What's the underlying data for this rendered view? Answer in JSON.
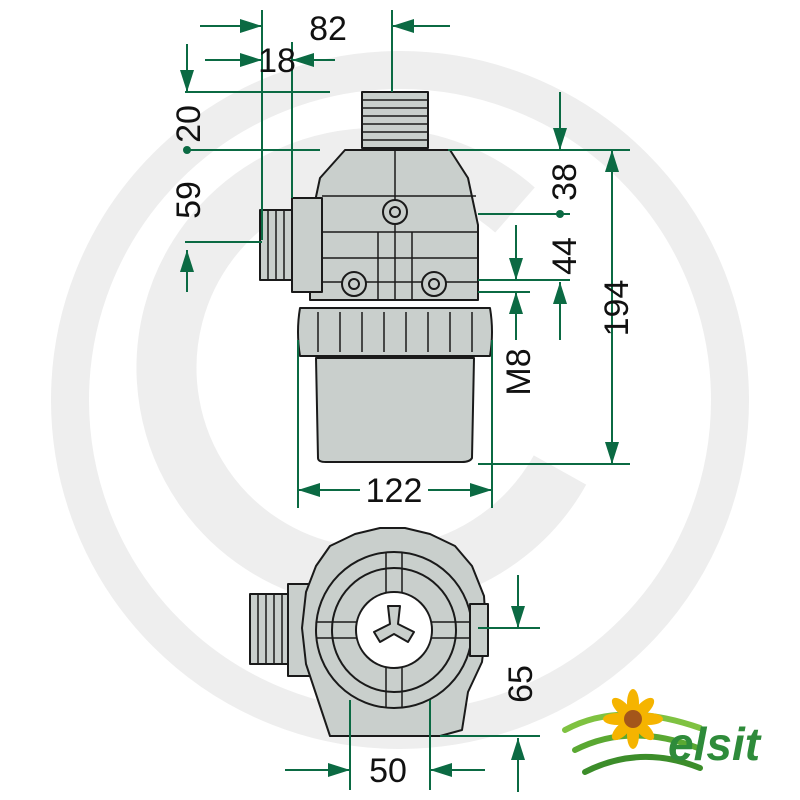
{
  "colors": {
    "dimension_line": "#0b6a43",
    "body_fill": "#c9cfcc",
    "outline": "#1a1a1a",
    "watermark": "#eaeaea",
    "logo_text": "#2e8b3a"
  },
  "dimensions": {
    "d82": "82",
    "d18": "18",
    "d20": "20",
    "d59": "59",
    "d38": "38",
    "d44": "44",
    "d194": "194",
    "thread": "M8",
    "d122": "122",
    "d65": "65",
    "d50": "50"
  },
  "logo": {
    "icon": "sunflower-icon",
    "text": "elsit"
  }
}
